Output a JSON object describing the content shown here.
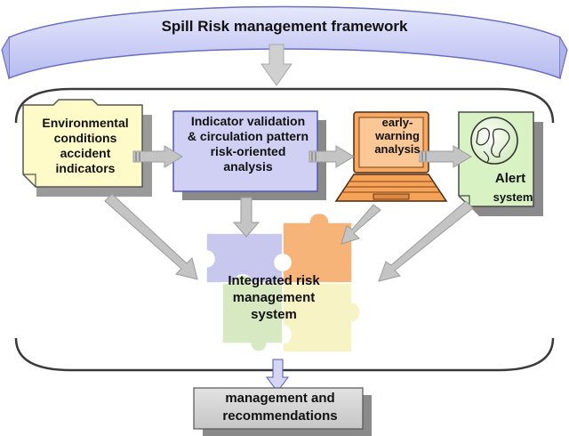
{
  "banner": {
    "title": "Spill Risk management framework"
  },
  "env_box": {
    "lines": [
      "Environmental",
      "conditions",
      "accident",
      "indicators"
    ]
  },
  "indicator_box": {
    "lines": [
      "Indicator validation",
      "& circulation pattern",
      "risk-oriented",
      "analysis"
    ]
  },
  "early_warning": {
    "lines": [
      "early-",
      "warning",
      "analysis"
    ]
  },
  "alert": {
    "line1": "Alert",
    "line2": "system"
  },
  "integrated": {
    "lines": [
      "Integrated risk",
      "management",
      "system"
    ]
  },
  "management": {
    "lines": [
      "management and",
      "recommendations"
    ]
  },
  "colors": {
    "banner": "#c9cdf5",
    "folder": "#fffbc8",
    "indicator": "#cfd0f3",
    "laptop": "#f8a860",
    "alert_doc": "#d9f2c3",
    "puzzle_blue": "#c8c8ee",
    "puzzle_orange": "#f6b478",
    "puzzle_green": "#d6e9c0",
    "puzzle_yellow": "#f7f3c4",
    "management_box": "#d4d4d4",
    "arrows": "#c4c4c4"
  }
}
